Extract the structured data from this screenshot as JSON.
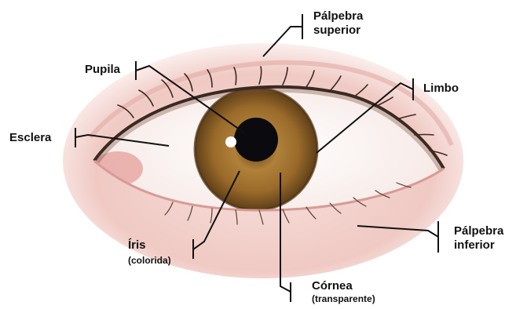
{
  "diagram": {
    "labels": {
      "palpebra_superior_line1": "Pálpebra",
      "palpebra_superior_line2": "superior",
      "pupila": "Pupila",
      "limbo": "Limbo",
      "esclera": "Esclera",
      "iris": "Íris",
      "iris_note": "(colorida)",
      "cornea": "Córnea",
      "cornea_note": "(transparente)",
      "palpebra_inferior_line1": "Pálpebra",
      "palpebra_inferior_line2": "inferior"
    }
  },
  "colors": {
    "skin": "#f3d3cf",
    "sclera": "#fbf3f1",
    "iris_inner": "#a8752e",
    "iris_outer": "#6e4a1f",
    "pupil": "#0b0b0f",
    "lash": "#3a2a22",
    "leader_line": "#111111"
  }
}
